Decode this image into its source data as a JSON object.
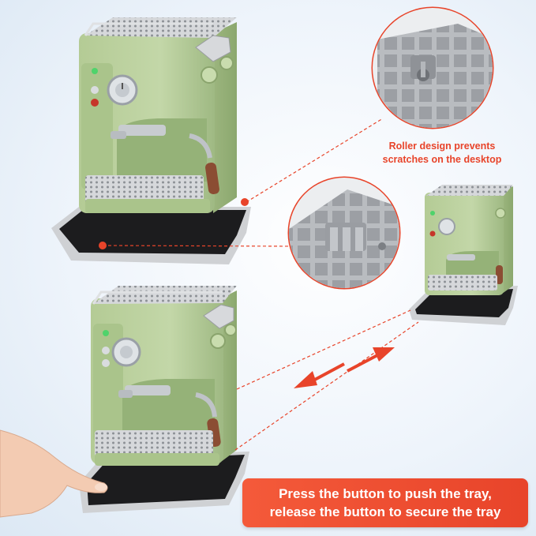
{
  "roller_caption": {
    "line1": "Roller design prevents",
    "line2": "scratches on the desktop"
  },
  "banner": {
    "line1": "Press the button to push the tray,",
    "line2": "release the button to secure the tray"
  },
  "colors": {
    "accent": "#e8442a",
    "banner_start": "#f45a3a",
    "banner_end": "#e8442a",
    "machine_green": "#b9cf9c",
    "machine_green_dark": "#a2bb84",
    "tray_black": "#1c1c1e",
    "tray_frame": "#cfd1d4",
    "background": "#eaf1f9"
  },
  "icons": {
    "arrows": "double-arrow-icon",
    "zoom": "magnifier-circle-icon"
  }
}
